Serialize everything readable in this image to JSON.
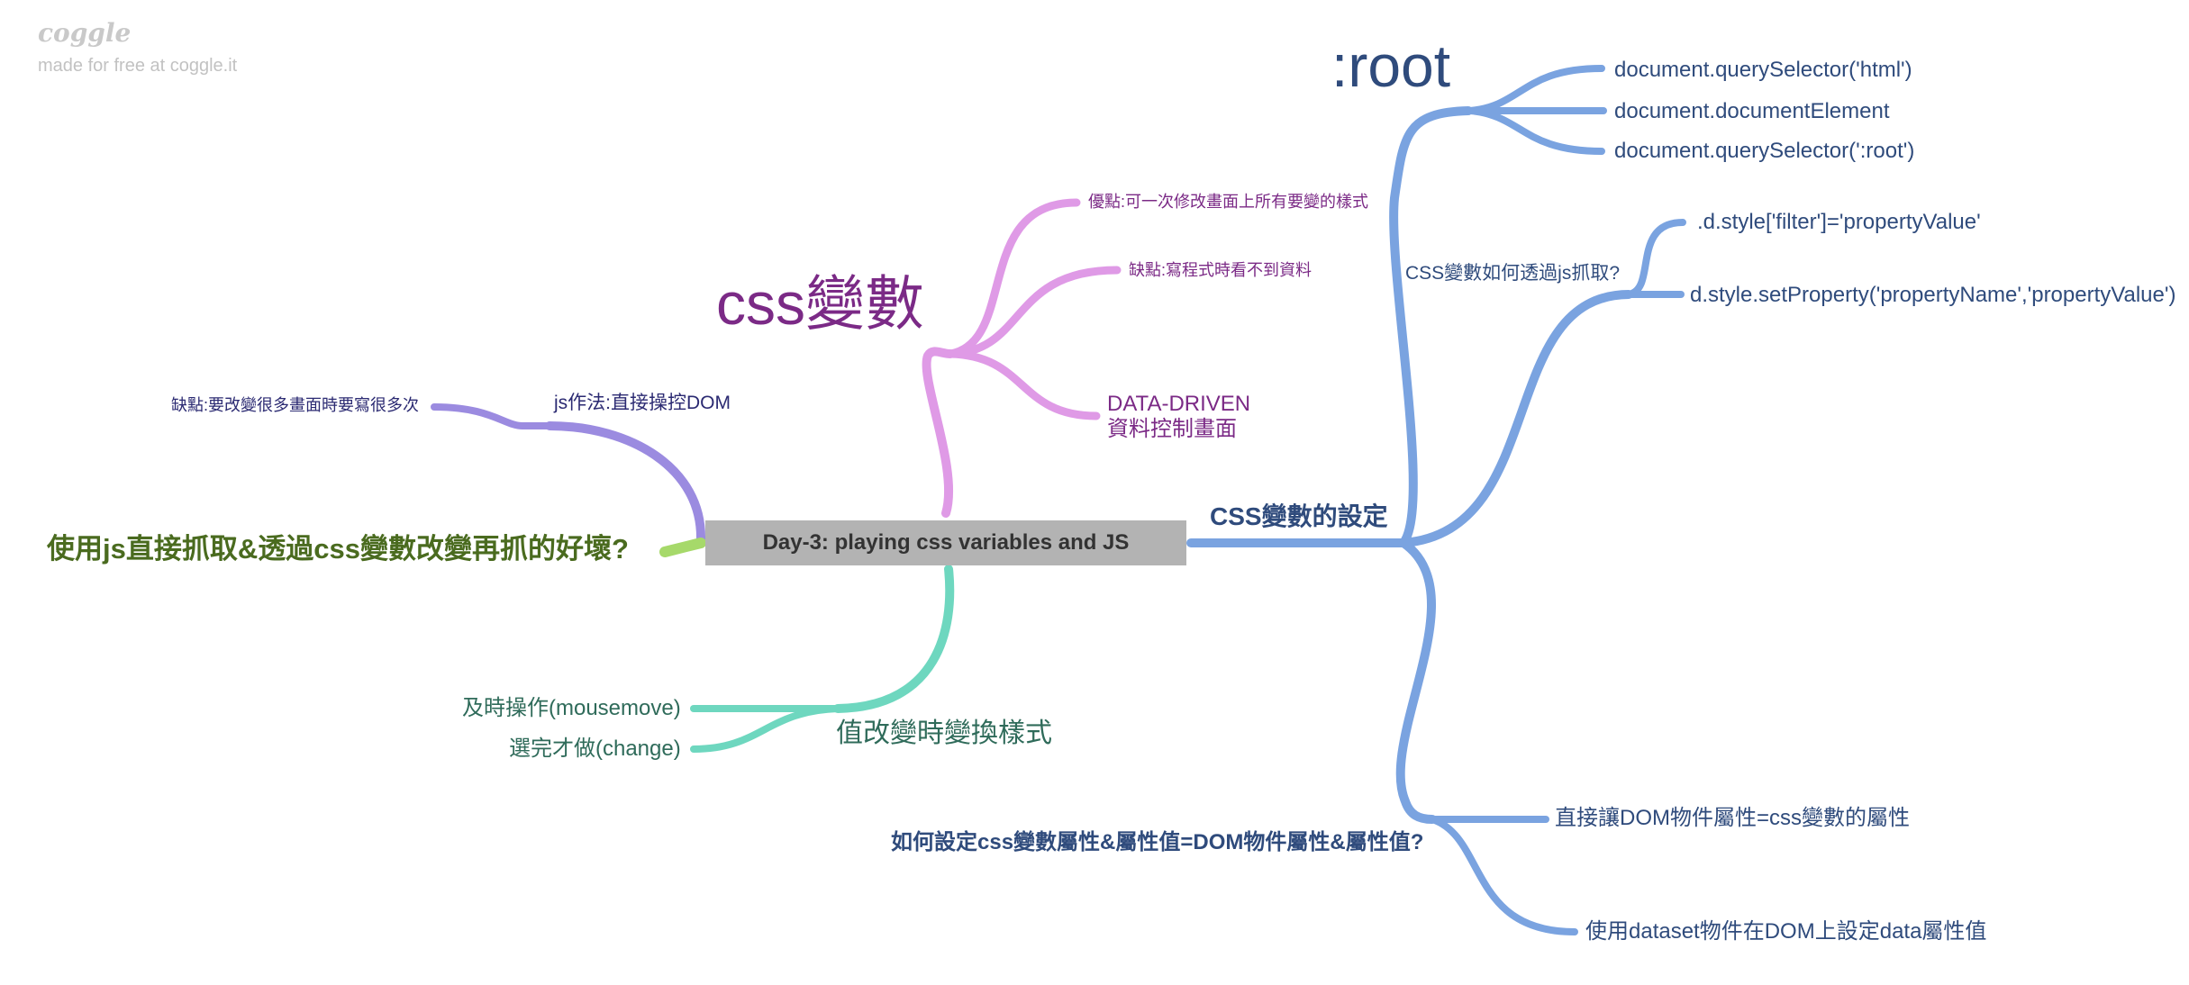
{
  "watermark": {
    "logo": "coggle",
    "tagline": "made for free at coggle.it"
  },
  "central_topic": "Day-3: playing css variables and JS",
  "colors": {
    "blue": "#7aa3e0",
    "pink": "#df9ae6",
    "purple": "#9b8be0",
    "green": "#a6d96a",
    "teal": "#6ed7bf",
    "central_bg": "#b3b3b3"
  },
  "blue_branch": {
    "label": "CSS變數的設定",
    "root": {
      "label": ":root",
      "items": [
        "document.querySelector('html')",
        "document.documentElement",
        "document.querySelector(':root')"
      ]
    },
    "js_get": {
      "label": "CSS變數如何透過js抓取?",
      "items": [
        ".d.style['filter']='propertyValue'",
        "d.style.setProperty('propertyName','propertyValue')"
      ]
    },
    "set_attr": {
      "label": "如何設定css變數屬性&屬性值=DOM物件屬性&屬性值?",
      "items": [
        "直接讓DOM物件屬性=css變數的屬性",
        "使用dataset物件在DOM上設定data屬性值"
      ]
    }
  },
  "pink_branch": {
    "label": "css變數",
    "items": [
      "優點:可一次修改畫面上所有要變的樣式",
      "缺點:寫程式時看不到資料",
      "DATA-DRIVEN",
      "資料控制畫面"
    ]
  },
  "purple_branch": {
    "label": "js作法:直接操控DOM",
    "items": [
      "缺點:要改變很多畫面時要寫很多次"
    ]
  },
  "green_branch": {
    "label": "使用js直接抓取&透過css變數改變再抓的好壞?"
  },
  "teal_branch": {
    "label": "值改變時變換樣式",
    "items": [
      "及時操作(mousemove)",
      "選完才做(change)"
    ]
  }
}
